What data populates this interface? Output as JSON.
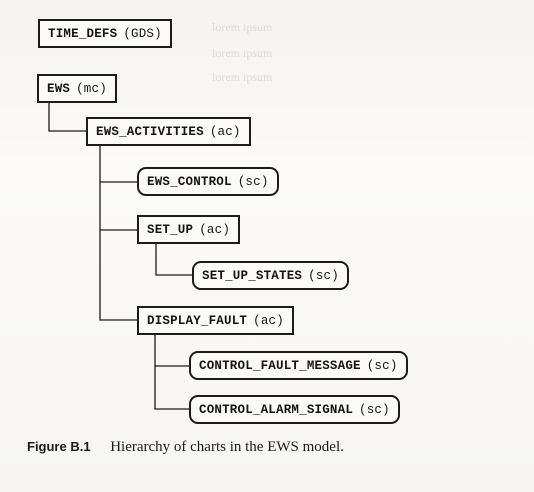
{
  "nodes": [
    {
      "name": "TIME_DEFS",
      "kind": "(GDS)",
      "shape": "rect"
    },
    {
      "name": "EWS",
      "kind": "(mc)",
      "shape": "rect"
    },
    {
      "name": "EWS_ACTIVITIES",
      "kind": "(ac)",
      "shape": "rect"
    },
    {
      "name": "EWS_CONTROL",
      "kind": "(sc)",
      "shape": "rounded"
    },
    {
      "name": "SET_UP",
      "kind": "(ac)",
      "shape": "rect"
    },
    {
      "name": "SET_UP_STATES",
      "kind": "(sc)",
      "shape": "rounded"
    },
    {
      "name": "DISPLAY_FAULT",
      "kind": "(ac)",
      "shape": "rect"
    },
    {
      "name": "CONTROL_FAULT_MESSAGE",
      "kind": "(sc)",
      "shape": "rounded"
    },
    {
      "name": "CONTROL_ALARM_SIGNAL",
      "kind": "(sc)",
      "shape": "rounded"
    }
  ],
  "hierarchy": [
    {
      "parent": "EWS",
      "child": "EWS_ACTIVITIES"
    },
    {
      "parent": "EWS_ACTIVITIES",
      "child": "EWS_CONTROL"
    },
    {
      "parent": "EWS_ACTIVITIES",
      "child": "SET_UP"
    },
    {
      "parent": "SET_UP",
      "child": "SET_UP_STATES"
    },
    {
      "parent": "EWS_ACTIVITIES",
      "child": "DISPLAY_FAULT"
    },
    {
      "parent": "DISPLAY_FAULT",
      "child": "CONTROL_FAULT_MESSAGE"
    },
    {
      "parent": "DISPLAY_FAULT",
      "child": "CONTROL_ALARM_SIGNAL"
    }
  ],
  "caption": {
    "label": "Figure B.1",
    "text": "Hierarchy of charts in the EWS model."
  }
}
